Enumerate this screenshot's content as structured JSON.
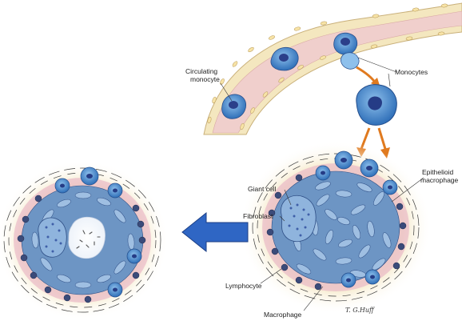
{
  "labels": {
    "circulating_line1": "Circulating",
    "circulating_line2": "monocyte",
    "monocytes": "Monocytes",
    "epithelioid_line1": "Epithelioid",
    "epithelioid_line2": "macrophage",
    "giant_cell": "Giant cell",
    "fibroblast": "Fibroblast",
    "lymphocyte": "Lymphocyte",
    "macrophage": "Macrophage"
  },
  "signature": "T. G.Huff",
  "colors": {
    "vessel": "#f0cfcc",
    "vessel_wall": "#f4e7bf",
    "monocyte": "#4a8fd0",
    "nucleus": "#2b4fa3",
    "epithelioid": "#7aa3cf",
    "fibroblast_band": "#e9b9c8",
    "halo": "#f6e9c8",
    "arrow_orange": "#e07a1f",
    "arrow_blue": "#2f66c4"
  }
}
